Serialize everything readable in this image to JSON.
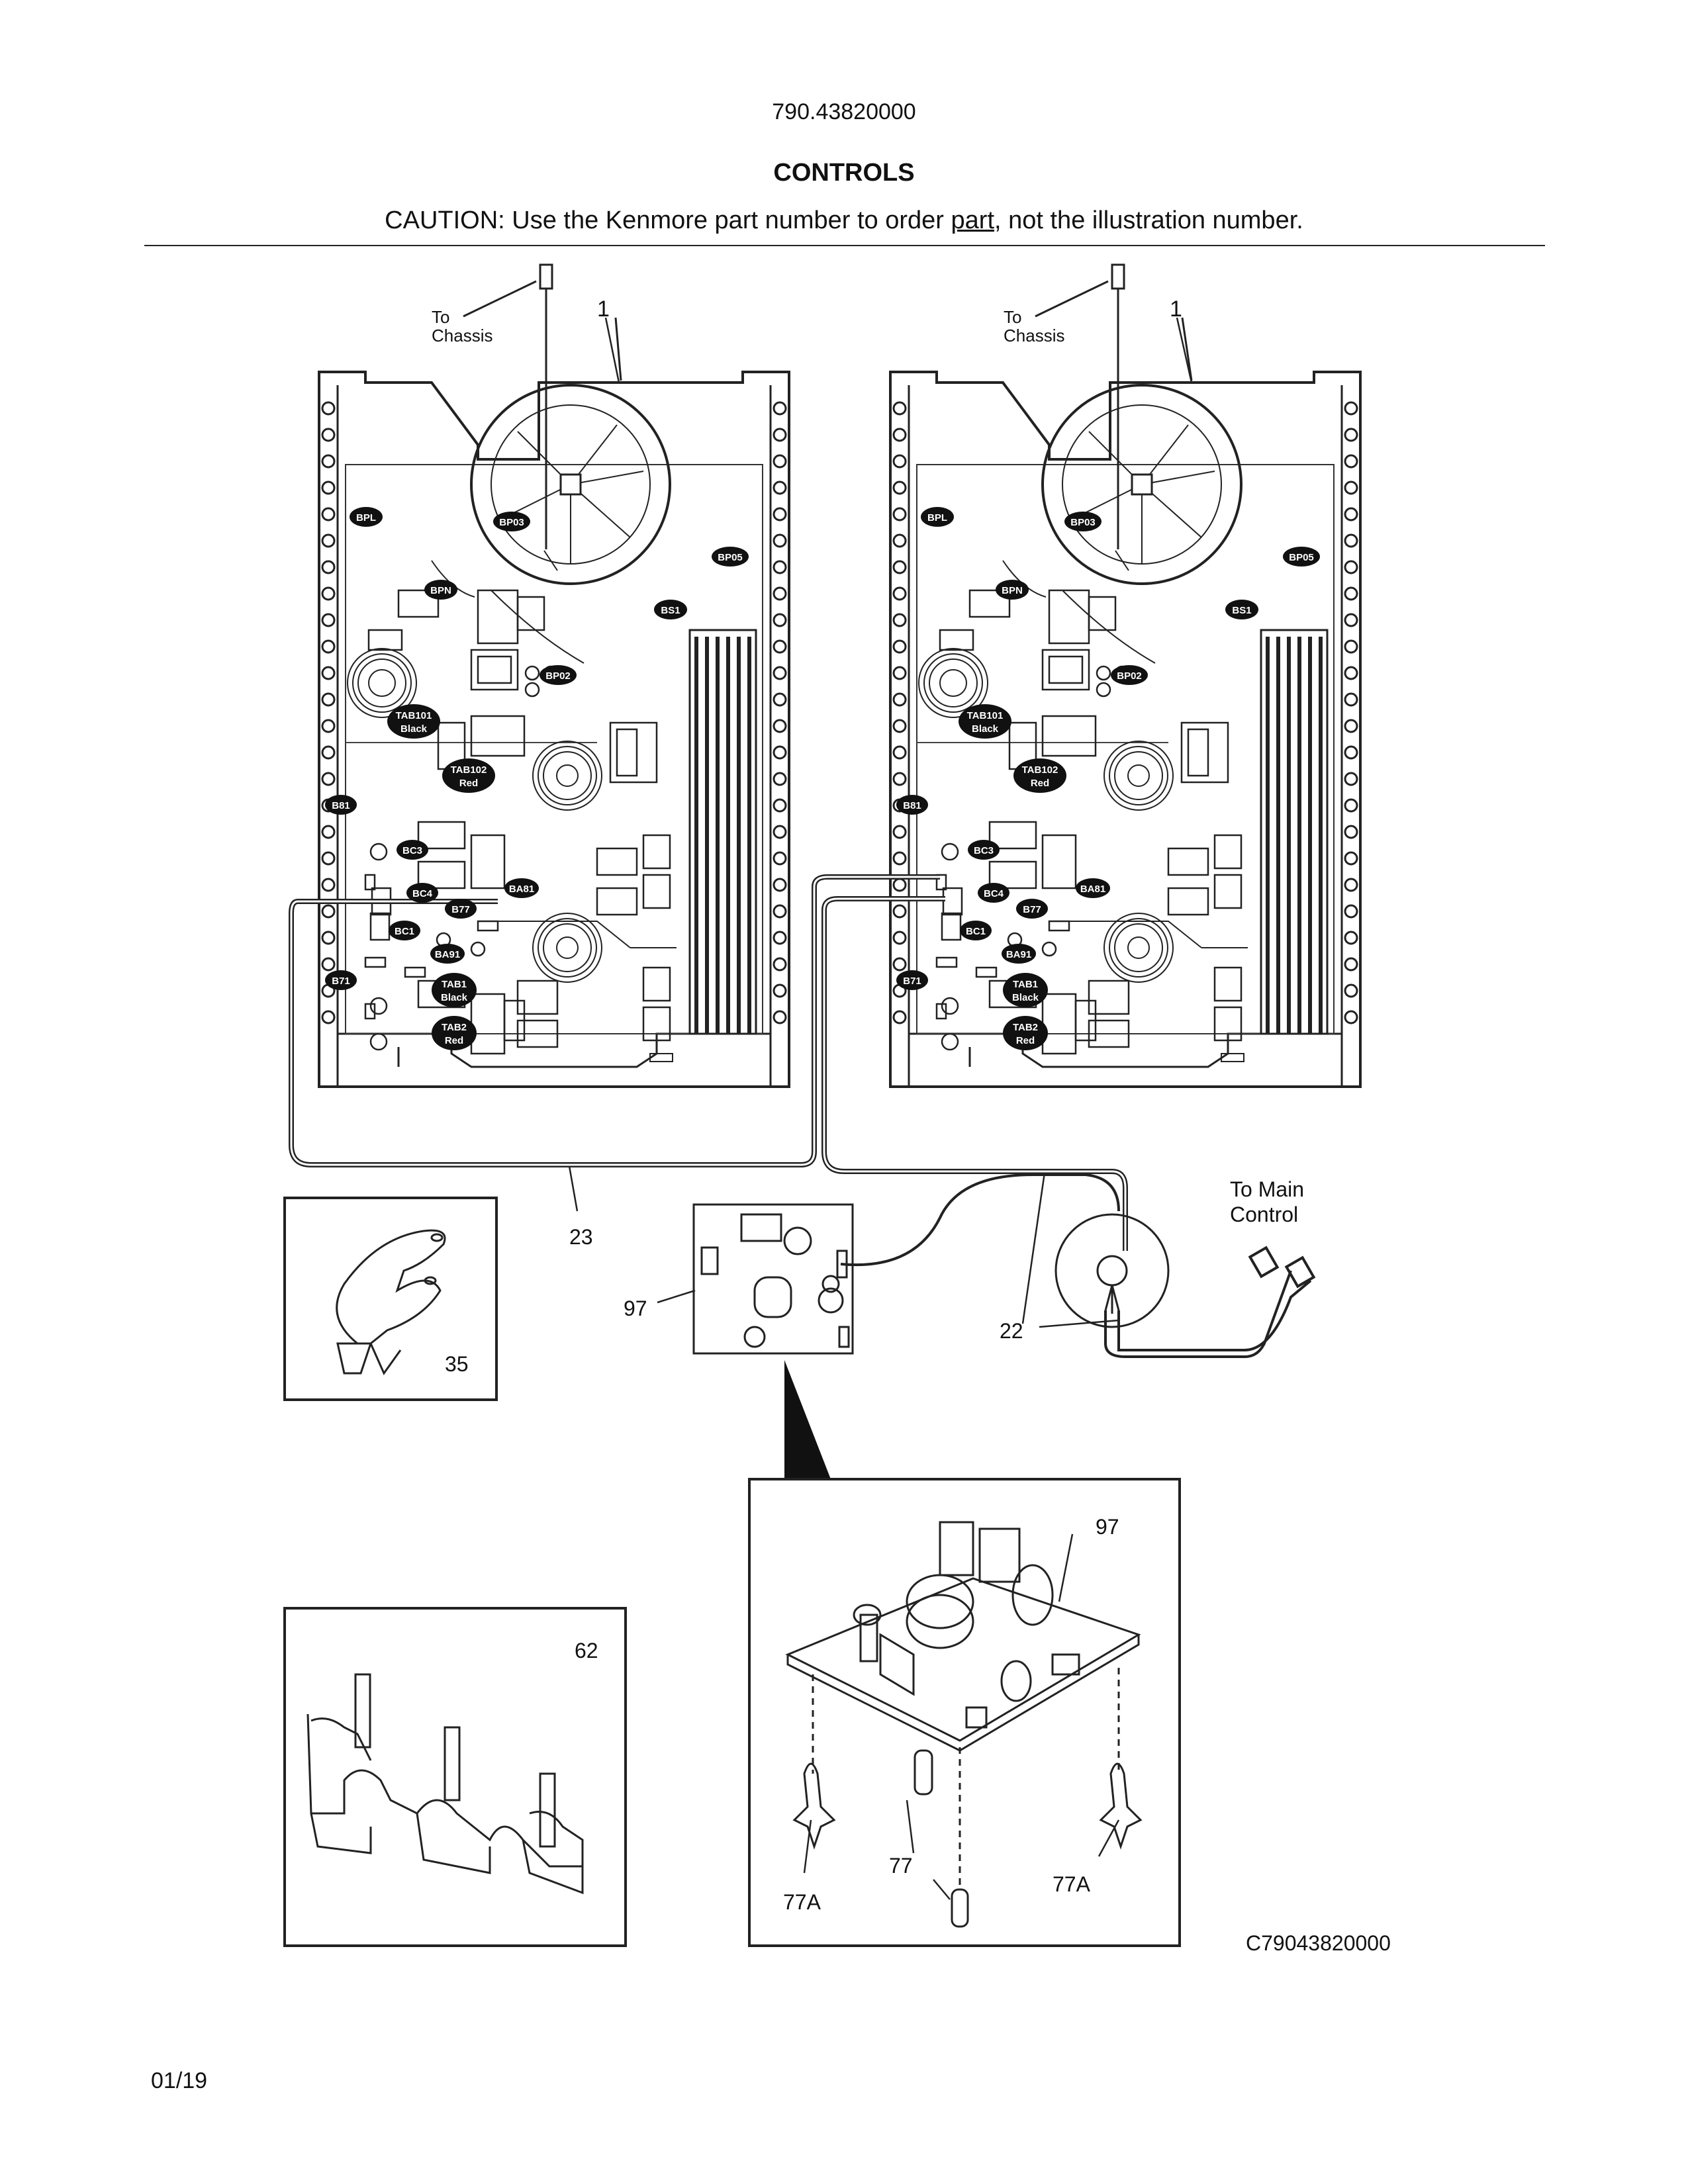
{
  "header": {
    "model": "790.43820000",
    "title": "CONTROLS",
    "caution_before": "CAUTION: Use the Kenmore part number to order ",
    "caution_underlined": "part",
    "caution_after": ", not the illustration number."
  },
  "labels": {
    "to_chassis_l1": "To",
    "to_chassis_l2": "Chassis",
    "to_main_l1": "To Main",
    "to_main_l2": "Control",
    "p1": "1",
    "p22": "22",
    "p23": "23",
    "p35": "35",
    "p62": "62",
    "p97": "97",
    "p77": "77",
    "p77a": "77A"
  },
  "callouts": {
    "bpl": "BPL",
    "bp03": "BP03",
    "bp05": "BP05",
    "bpn": "BPN",
    "bs1": "BS1",
    "bp02": "BP02",
    "tab101_a": "TAB101",
    "tab101_b": "Black",
    "tab102_a": "TAB102",
    "tab102_b": "Red",
    "b81": "B81",
    "bc3": "BC3",
    "bc4": "BC4",
    "ba81": "BA81",
    "b77": "B77",
    "bc1": "BC1",
    "ba91": "BA91",
    "b71": "B71",
    "tab1_a": "TAB1",
    "tab1_b": "Black",
    "tab2_a": "TAB2",
    "tab2_b": "Red"
  },
  "footer": {
    "date": "01/19",
    "code": "C79043820000"
  }
}
